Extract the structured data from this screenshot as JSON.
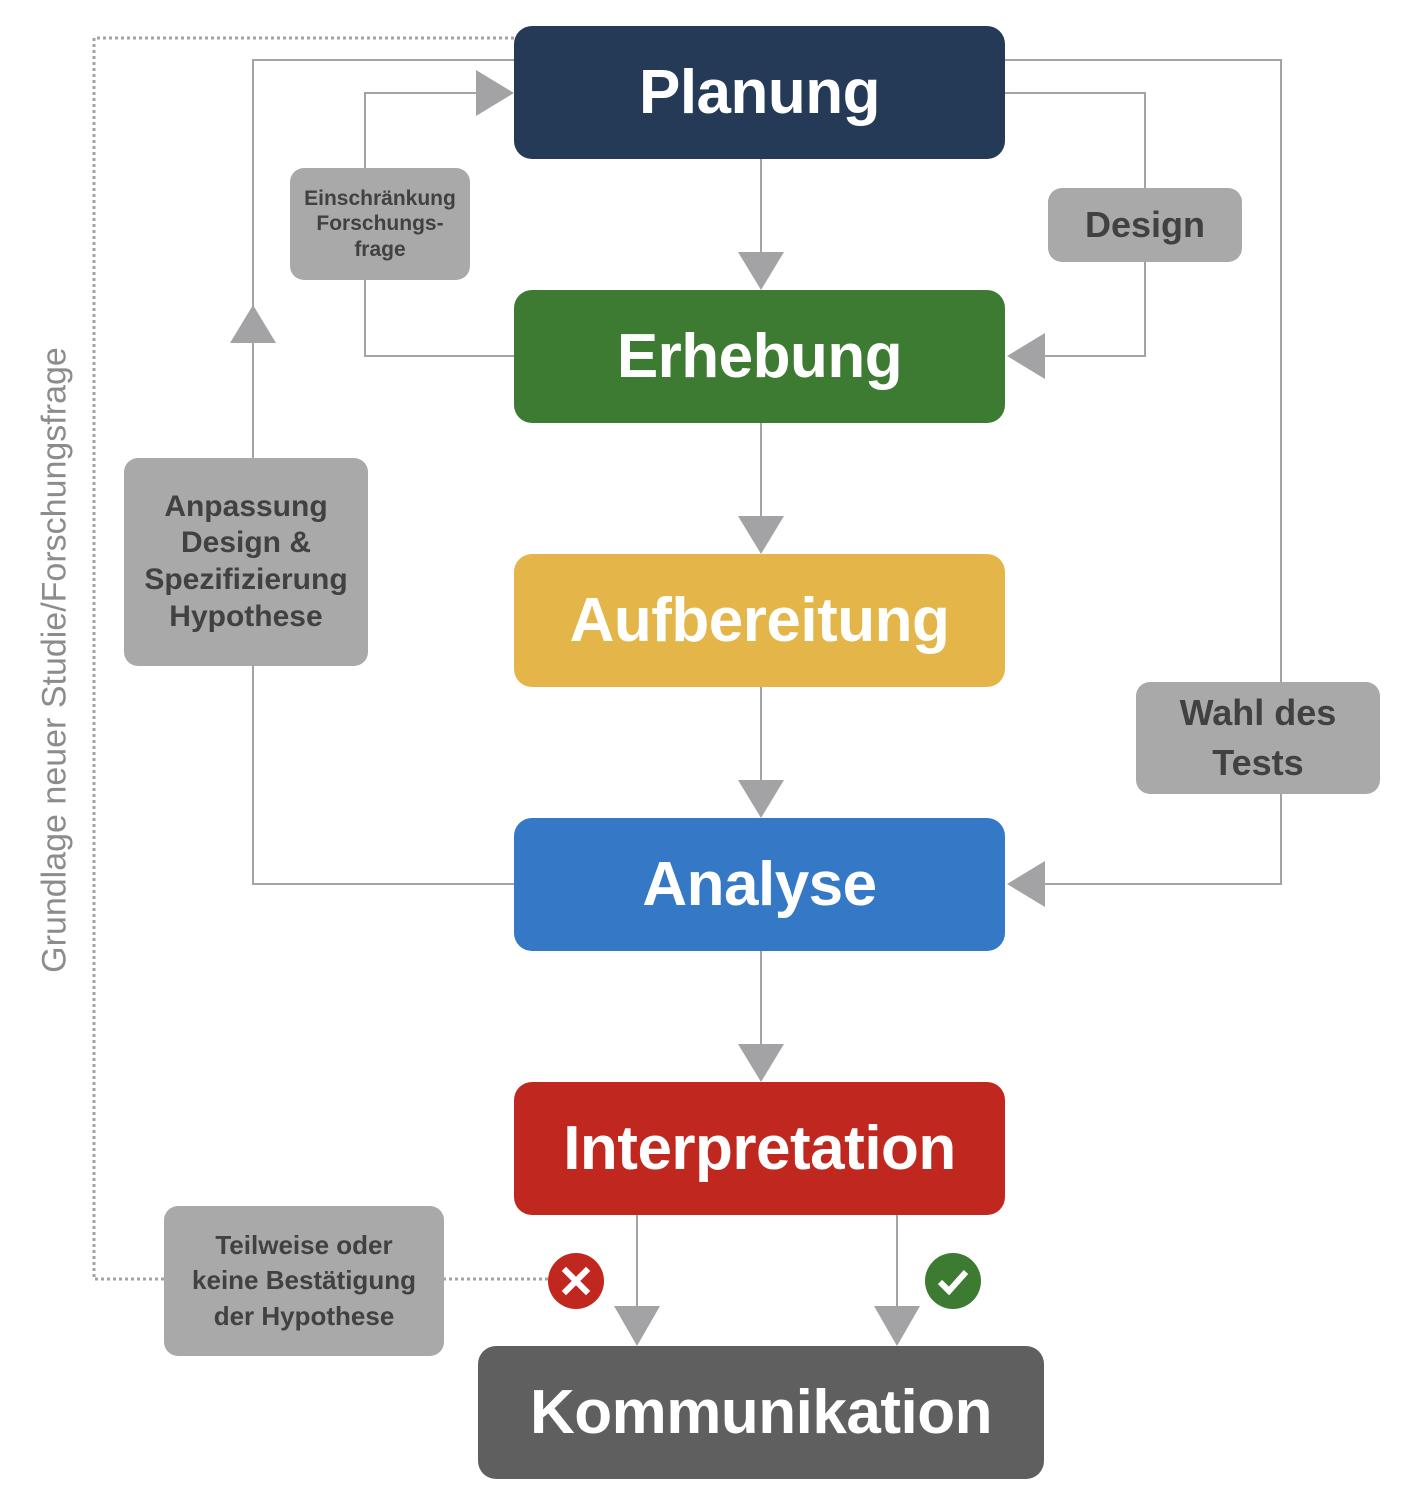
{
  "colors": {
    "connector": "#a3a3a5",
    "label_bg": "#a9a9a9",
    "label_text": "#414141",
    "reject": "#c0281f",
    "confirm": "#3d7a32"
  },
  "stages": [
    {
      "id": "planung",
      "label": "Planung",
      "color": "#243a57"
    },
    {
      "id": "erhebung",
      "label": "Erhebung",
      "color": "#3d7a32"
    },
    {
      "id": "aufbereitung",
      "label": "Aufbereitung",
      "color": "#e4b649"
    },
    {
      "id": "analyse",
      "label": "Analyse",
      "color": "#3579c6"
    },
    {
      "id": "interpretation",
      "label": "Interpretation",
      "color": "#c0281f"
    },
    {
      "id": "kommunikation",
      "label": "Kommunikation",
      "color": "#5f5f5f"
    }
  ],
  "labels": {
    "einschraenkung": "Einschränkung\nForschungs-\nfrage",
    "design": "Design",
    "anpassung": "Anpassung\nDesign &\nSpezifizierung\nHypothese",
    "wahl_des_tests": "Wahl des\nTests",
    "teilweise": "Teilweise oder\nkeine Bestätigung\nder Hypothese",
    "grundlage": "Grundlage neuer Studie/Forschungsfrage"
  },
  "icons": {
    "reject": "x-circle-icon",
    "confirm": "check-circle-icon"
  }
}
